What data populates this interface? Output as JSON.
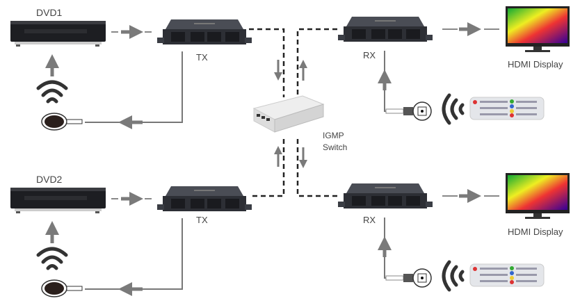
{
  "title": "HDMI over IP extender via IGMP switch connection diagram",
  "sources": [
    {
      "label": "DVD1"
    },
    {
      "label": "DVD2"
    }
  ],
  "transmitters": [
    {
      "label": "TX"
    },
    {
      "label": "TX"
    }
  ],
  "receivers": [
    {
      "label": "RX"
    },
    {
      "label": "RX"
    }
  ],
  "displays": [
    {
      "label": "HDMI Display"
    },
    {
      "label": "HDMI Display"
    }
  ],
  "switch": {
    "line1": "IGMP",
    "line2": "Switch"
  },
  "colors": {
    "arrow": "#7a7a7a",
    "line": "#222222",
    "device": "#3a3d44"
  }
}
